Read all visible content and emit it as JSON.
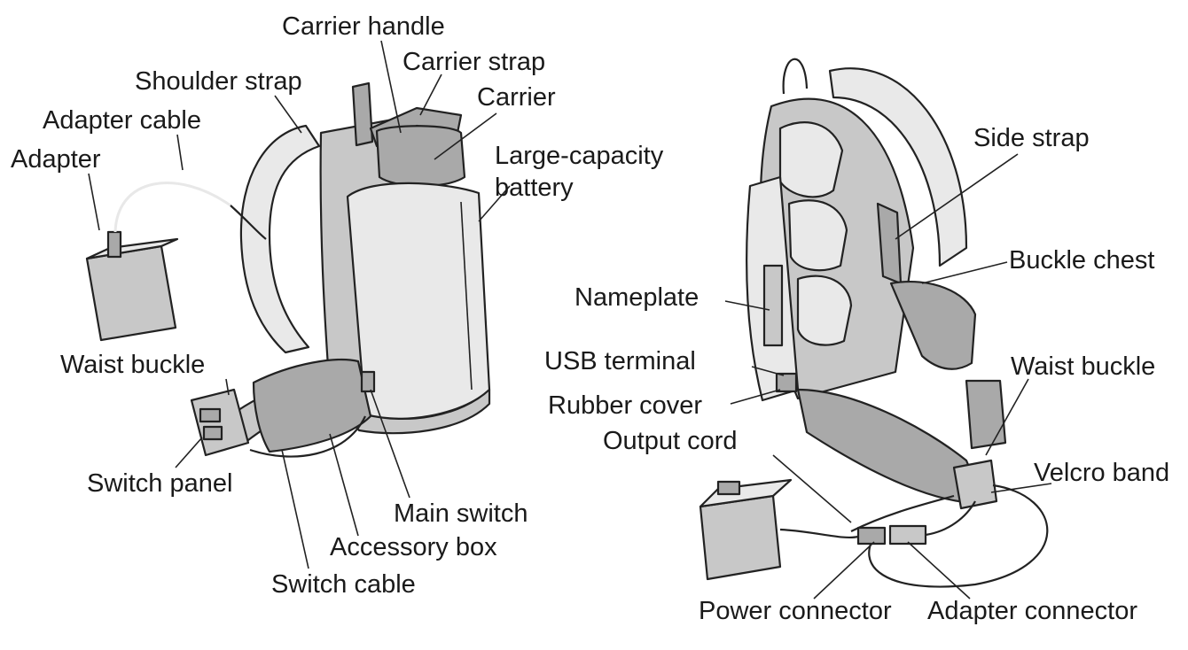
{
  "labels": {
    "carrier_handle": "Carrier handle",
    "carrier_strap": "Carrier strap",
    "shoulder_strap": "Shoulder strap",
    "carrier": "Carrier",
    "adapter_cable": "Adapter cable",
    "adapter": "Adapter",
    "large_capacity_battery_1": "Large-capacity",
    "large_capacity_battery_2": "battery",
    "waist_buckle_left": "Waist buckle",
    "switch_panel": "Switch panel",
    "main_switch": "Main switch",
    "accessory_box": "Accessory box",
    "switch_cable": "Switch cable",
    "side_strap": "Side strap",
    "buckle_chest": "Buckle chest",
    "nameplate": "Nameplate",
    "usb_terminal": "USB terminal",
    "waist_buckle_right": "Waist buckle",
    "rubber_cover": "Rubber cover",
    "output_cord": "Output cord",
    "velcro_band": "Velcro band",
    "power_connector": "Power connector",
    "adapter_connector": "Adapter connector"
  }
}
